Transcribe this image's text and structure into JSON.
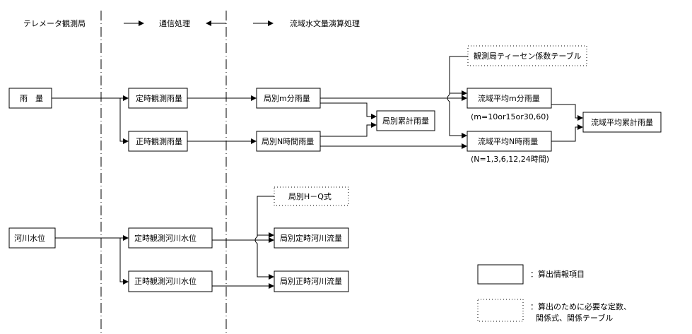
{
  "header": {
    "col1": "テレメータ観測局",
    "col2": "通信処理",
    "col3": "流域水文量演算処理"
  },
  "rain": {
    "source": "雨　量",
    "scheduled": "定時観測雨量",
    "hourly": "正時観測雨量",
    "station_m": "局別m分雨量",
    "station_n": "局別N時間雨量",
    "station_cum": "局別累計雨量",
    "thiessen_table": "観測局ティーセン係数テーブル",
    "basin_m": "流域平均m分雨量",
    "basin_m_note": "(m=10or15or30,60)",
    "basin_n": "流域平均N時雨量",
    "basin_n_note": "(N=1,3,6,12,24時間)",
    "basin_cum": "流域平均累計雨量"
  },
  "river": {
    "source": "河川水位",
    "scheduled": "定時観測河川水位",
    "hourly": "正時観測河川水位",
    "hq": "局別H－Q式",
    "flow_scheduled": "局別定時河川流量",
    "flow_hourly": "局別正時河川流量"
  },
  "legend": {
    "solid": "：算出情報項目",
    "dotted_line1": "：算出のために必要な定数、",
    "dotted_line2": "関係式、関係テーブル"
  }
}
